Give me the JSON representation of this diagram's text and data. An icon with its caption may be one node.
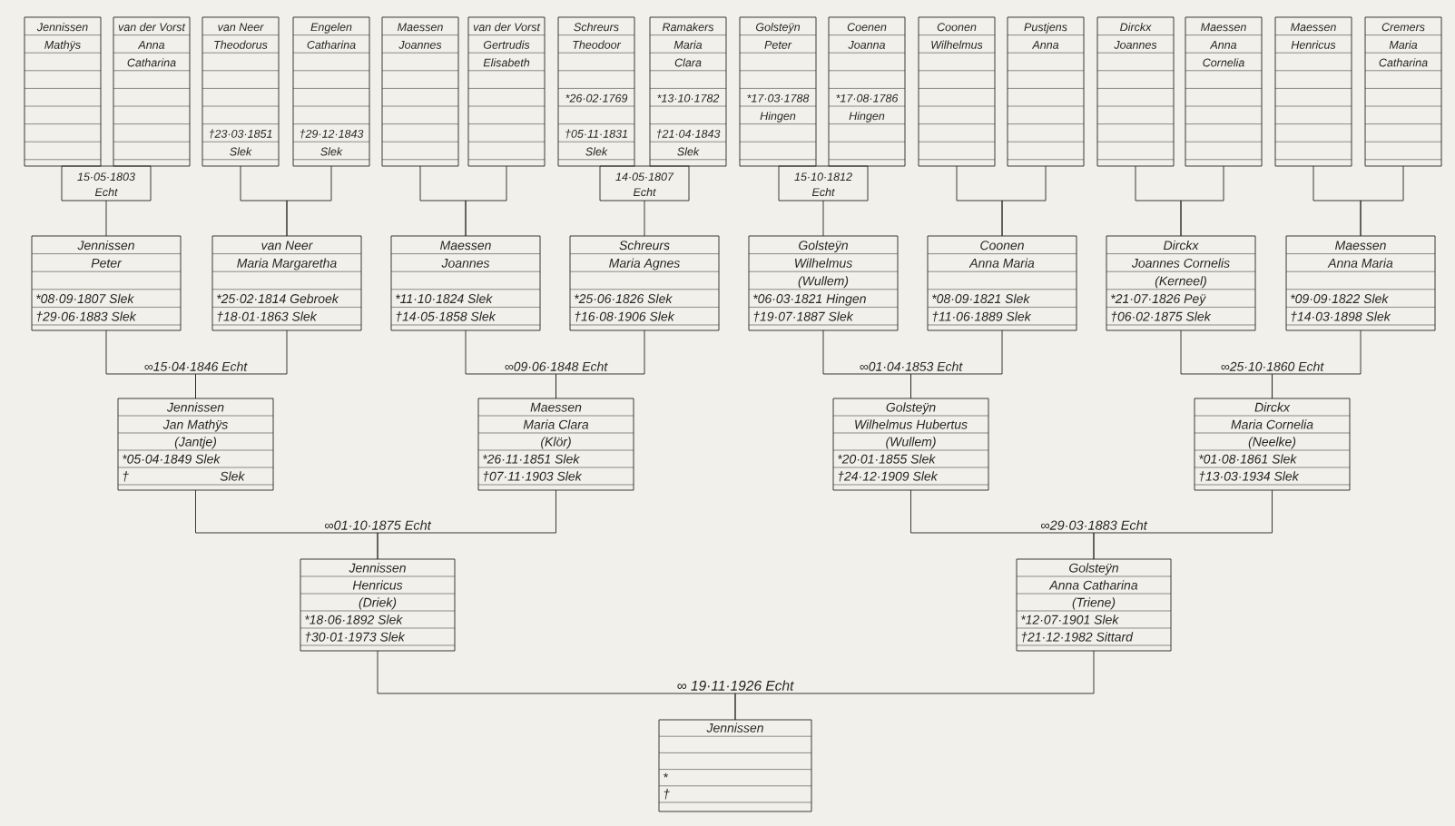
{
  "diagram": {
    "nodes": [
      {
        "text": [
          "Jennissen",
          "Mathÿs"
        ]
      },
      {
        "text": [
          "van der Vorst",
          "Anna Catharina"
        ]
      },
      {
        "text": [
          "van Neer",
          "Theodorus",
          "†23·03·1851",
          "Slek"
        ]
      },
      {
        "text": [
          "Engelen",
          "Catharina",
          "†29·12·1843",
          "Slek"
        ]
      },
      {
        "text": [
          "Maessen",
          "Joannes"
        ]
      },
      {
        "text": [
          "van der Vorst",
          "Gertrudis Elisabeth"
        ]
      },
      {
        "text": [
          "Schreurs",
          "Theodoor",
          "*26·02·1769",
          "†05·11·1831",
          "Slek"
        ]
      },
      {
        "text": [
          "Ramakers",
          "Maria Clara",
          "*13·10·1782",
          "†21·04·1843",
          "Slek"
        ]
      },
      {
        "text": [
          "Golsteÿn",
          "Peter",
          "*17·03·1788",
          "Hingen"
        ]
      },
      {
        "text": [
          "Coenen",
          "Joanna",
          "*17·08·1786",
          "Hingen"
        ]
      },
      {
        "text": [
          "Coonen",
          "Wilhelmus"
        ]
      },
      {
        "text": [
          "Pustjens",
          "Anna"
        ]
      },
      {
        "text": [
          "Dirckx",
          "Joannes"
        ]
      },
      {
        "text": [
          "Maessen",
          "Anna Cornelia"
        ]
      },
      {
        "text": [
          "Maessen",
          "Henricus"
        ]
      },
      {
        "text": [
          "Cremers",
          "Maria Catharina"
        ]
      },
      {
        "text": [
          "15·05·1803",
          "Echt"
        ]
      },
      {
        "text": [
          "14·05·1807",
          "Echt"
        ]
      },
      {
        "text": [
          "15·10·1812",
          "Echt"
        ]
      },
      {
        "text": [
          "Jennissen",
          "Peter",
          "*08·09·1807 Slek",
          "†29·06·1883 Slek"
        ]
      },
      {
        "text": [
          "van Neer",
          "Maria Margaretha",
          "*25·02·1814 Gebroek",
          "†18·01·1863 Slek"
        ]
      },
      {
        "text": [
          "Maessen",
          "Joannes",
          "*11·10·1824 Slek",
          "†14·05·1858 Slek"
        ]
      },
      {
        "text": [
          "Schreurs",
          "Maria Agnes",
          "*25·06·1826 Slek",
          "†16·08·1906 Slek"
        ]
      },
      {
        "text": [
          "Golsteÿn",
          "Wilhelmus",
          "(Wullem)",
          "*06·03·1821 Hingen",
          "†19·07·1887 Slek"
        ]
      },
      {
        "text": [
          "Coonen",
          "Anna Maria",
          "*08·09·1821 Slek",
          "†11·06·1889 Slek"
        ]
      },
      {
        "text": [
          "Dirckx",
          "Joannes Cornelis",
          "(Kerneel)",
          "*21·07·1826 Peÿ",
          "†06·02·1875 Slek"
        ]
      },
      {
        "text": [
          "Maessen",
          "Anna Maria",
          "*09·09·1822 Slek",
          "†14·03·1898 Slek"
        ]
      },
      {
        "text": [
          "Jennissen",
          "Jan Mathÿs",
          "(Jantje)",
          "*05·04·1849 Slek",
          "†",
          "Slek"
        ]
      },
      {
        "text": [
          "Maessen",
          "Maria Clara",
          "(Klör)",
          "*26·11·1851 Slek",
          "†07·11·1903 Slek"
        ]
      },
      {
        "text": [
          "Golsteÿn",
          "Wilhelmus Hubertus",
          "(Wullem)",
          "*20·01·1855 Slek",
          "†24·12·1909 Slek"
        ]
      },
      {
        "text": [
          "Dirckx",
          "Maria Cornelia",
          "(Neelke)",
          "*01·08·1861 Slek",
          "†13·03·1934 Slek"
        ]
      },
      {
        "text": [
          "Jennissen",
          "Henricus",
          "(Driek)",
          "*18·06·1892 Slek",
          "†30·01·1973 Slek"
        ]
      },
      {
        "text": [
          "Golsteÿn",
          "Anna Catharina",
          "(Triene)",
          "*12·07·1901 Slek",
          "†21·12·1982 Sittard"
        ]
      },
      {
        "text": [
          "Jennissen",
          "*",
          "†"
        ]
      }
    ],
    "edges": [
      {
        "from": 16,
        "to": 19,
        "arrow": "none"
      },
      {
        "from": 2,
        "to": 20,
        "arrow": "none"
      },
      {
        "from": 3,
        "to": 20,
        "arrow": "none"
      },
      {
        "from": 4,
        "to": 21,
        "arrow": "none"
      },
      {
        "from": 5,
        "to": 21,
        "arrow": "none"
      },
      {
        "from": 17,
        "to": 22,
        "arrow": "none"
      },
      {
        "from": 18,
        "to": 23,
        "arrow": "none"
      },
      {
        "from": 10,
        "to": 24,
        "arrow": "none"
      },
      {
        "from": 11,
        "to": 24,
        "arrow": "none"
      },
      {
        "from": 12,
        "to": 25,
        "arrow": "none"
      },
      {
        "from": 13,
        "to": 25,
        "arrow": "none"
      },
      {
        "from": 14,
        "to": 26,
        "arrow": "none"
      },
      {
        "from": 15,
        "to": 26,
        "arrow": "none"
      },
      {
        "from": 19,
        "to": 27,
        "arrow": "none",
        "label": "∞15·04·1846 Echt"
      },
      {
        "from": 20,
        "to": 27,
        "arrow": "none"
      },
      {
        "from": 21,
        "to": 28,
        "arrow": "none",
        "label": "∞09·06·1848 Echt"
      },
      {
        "from": 22,
        "to": 28,
        "arrow": "none"
      },
      {
        "from": 23,
        "to": 29,
        "arrow": "none",
        "label": "∞01·04·1853 Echt"
      },
      {
        "from": 24,
        "to": 29,
        "arrow": "none"
      },
      {
        "from": 25,
        "to": 30,
        "arrow": "none",
        "label": "∞25·10·1860 Echt"
      },
      {
        "from": 26,
        "to": 30,
        "arrow": "none"
      },
      {
        "from": 27,
        "to": 31,
        "arrow": "none",
        "label": "∞01·10·1875 Echt"
      },
      {
        "from": 28,
        "to": 31,
        "arrow": "none"
      },
      {
        "from": 29,
        "to": 32,
        "arrow": "none",
        "label": "∞29·03·1883 Echt"
      },
      {
        "from": 30,
        "to": 32,
        "arrow": "none"
      },
      {
        "from": 31,
        "to": 33,
        "arrow": "none",
        "label": "∞ 19·11·1926 Echt"
      },
      {
        "from": 32,
        "to": 33,
        "arrow": "none"
      }
    ]
  }
}
